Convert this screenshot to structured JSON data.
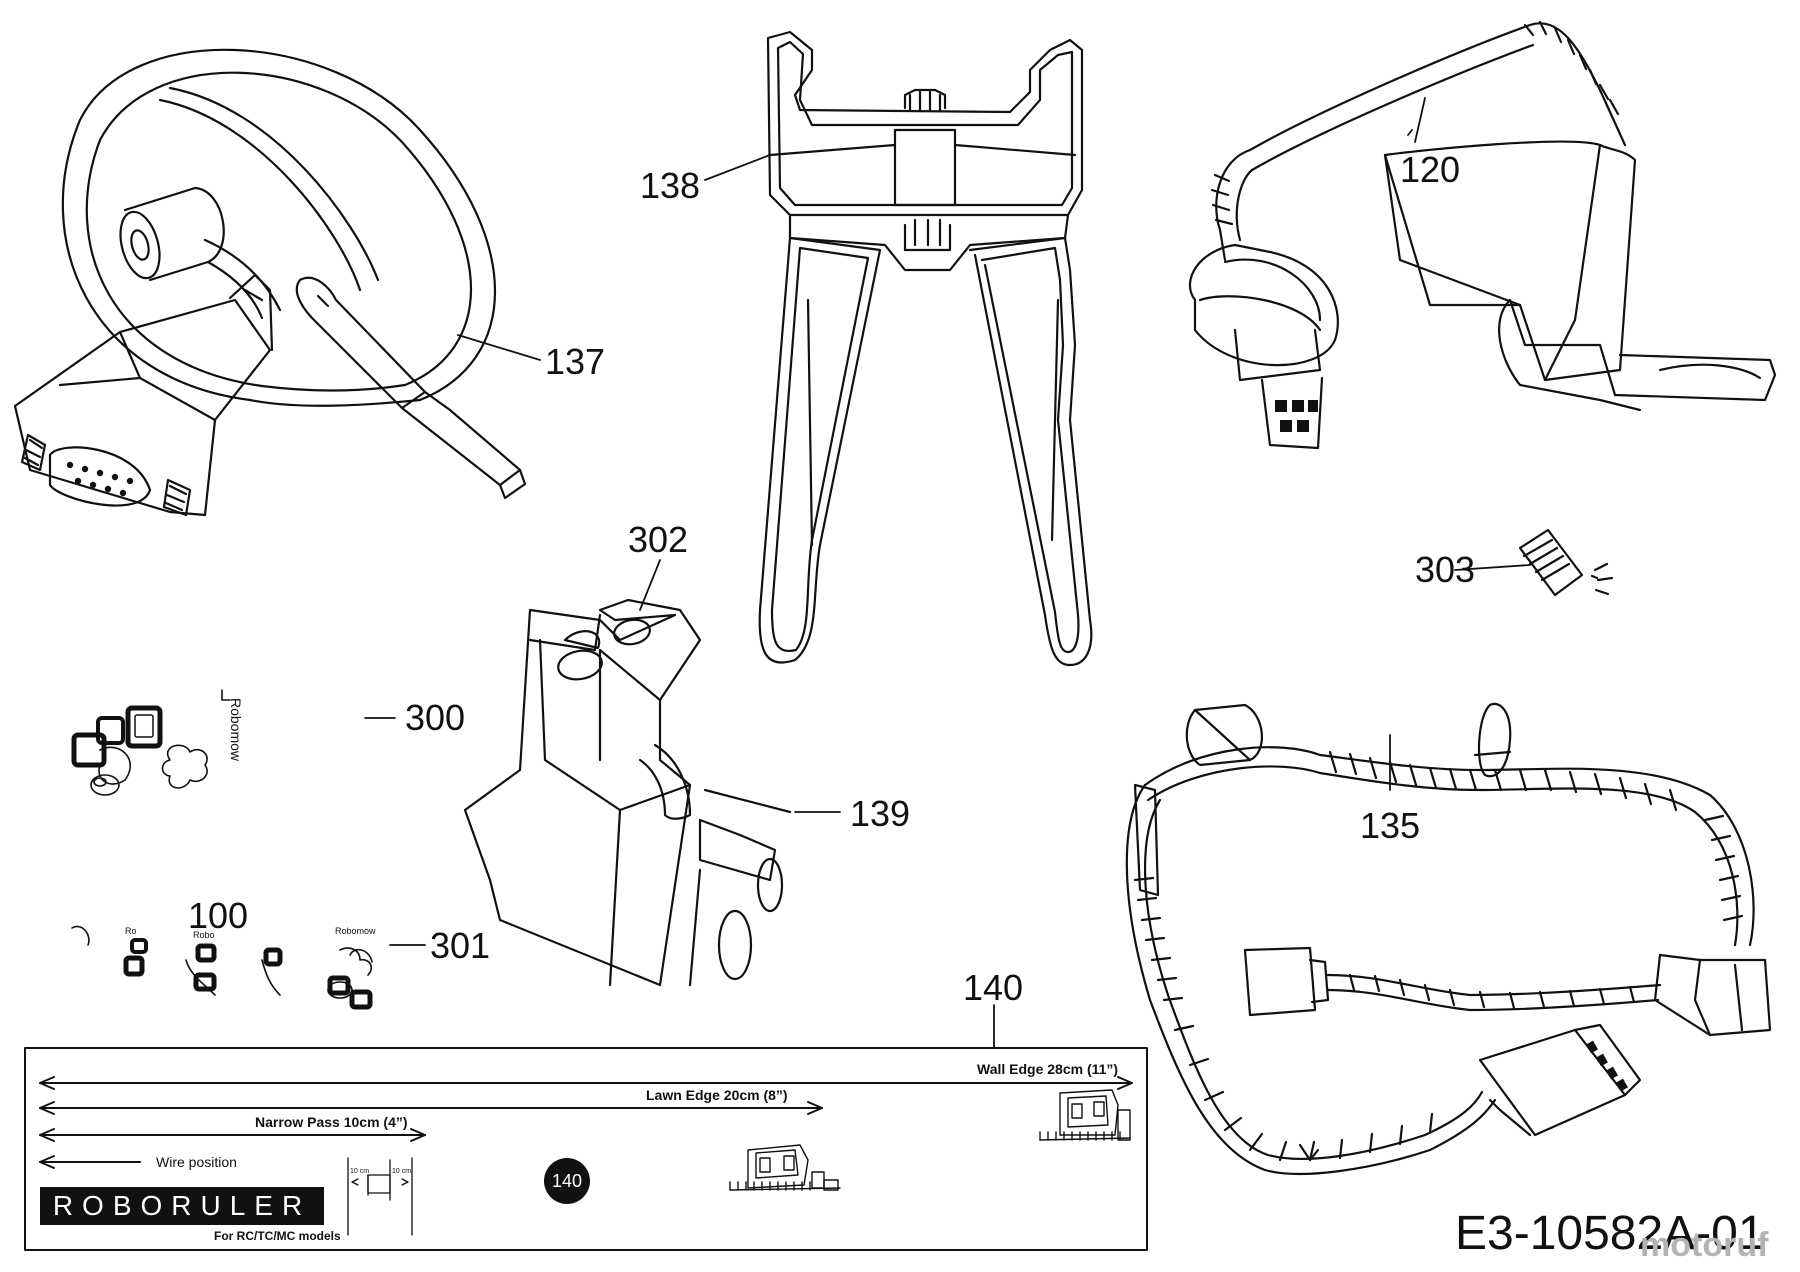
{
  "callouts": {
    "c100": "100",
    "c120": "120",
    "c135": "135",
    "c137": "137",
    "c138": "138",
    "c139": "139",
    "c140": "140",
    "c300": "300",
    "c301": "301",
    "c302": "302",
    "c303": "303"
  },
  "roboruler": {
    "wall_edge": "Wall Edge 28cm (11”)",
    "lawn_edge": "Lawn Edge 20cm (8”)",
    "narrow_pass": "Narrow Pass 10cm (4”)",
    "wire_position": "Wire position",
    "brand": "ROBORULER",
    "models": "For RC/TC/MC models",
    "badge": "140",
    "dim_a": "10 cm",
    "dim_b": "10 cm"
  },
  "stickers": {
    "brand": "Robomow",
    "brand_short": "Robo",
    "brand_tiny": "Ro"
  },
  "diagram_id": "E3-10582A-01",
  "watermark": "motoruf"
}
